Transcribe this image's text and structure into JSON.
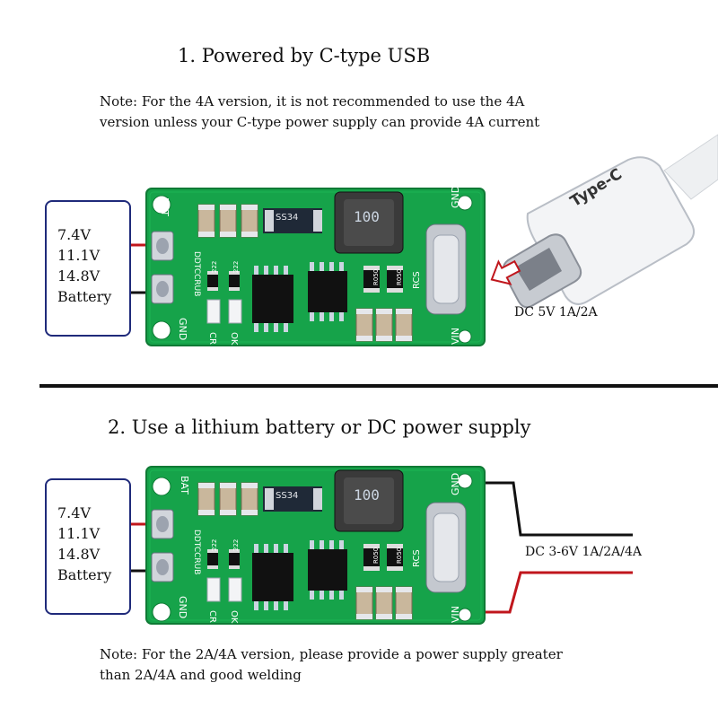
{
  "section1": {
    "title": "1. Powered by C-type USB",
    "note_line1": "Note: For the 4A version, it is not recommended to use the 4A",
    "note_line2": "version unless your C-type power supply can provide 4A current",
    "battery_lines": [
      "7.4V",
      "11.1V",
      "14.8V",
      "Battery"
    ],
    "supply_label": "DC 5V 1A/2A",
    "cable_label": "Type-C"
  },
  "section2": {
    "title": "2. Use a lithium battery or DC power supply",
    "battery_lines": [
      "7.4V",
      "11.1V",
      "14.8V",
      "Battery"
    ],
    "supply_label": "DC 3-6V 1A/2A/4A",
    "note_line1": "Note: For the 2A/4A version, please provide a power supply greater",
    "note_line2": "than 2A/4A and good welding"
  },
  "board": {
    "bat": "BAT",
    "gnd": "GND",
    "vin": "VIN",
    "cr": "CR",
    "ok": "OK",
    "rcs": "RCS",
    "module": "DDTCCRUB",
    "diode": "SS34",
    "inductor": "100",
    "r1": "R050",
    "r2": "R050",
    "r3": "222",
    "r4": "222"
  },
  "colors": {
    "pcb": "#16a34a",
    "battery_border": "#1f2a7a",
    "wire_red": "#c0161c",
    "wire_black": "#111111",
    "arrow": "#c0161c"
  }
}
